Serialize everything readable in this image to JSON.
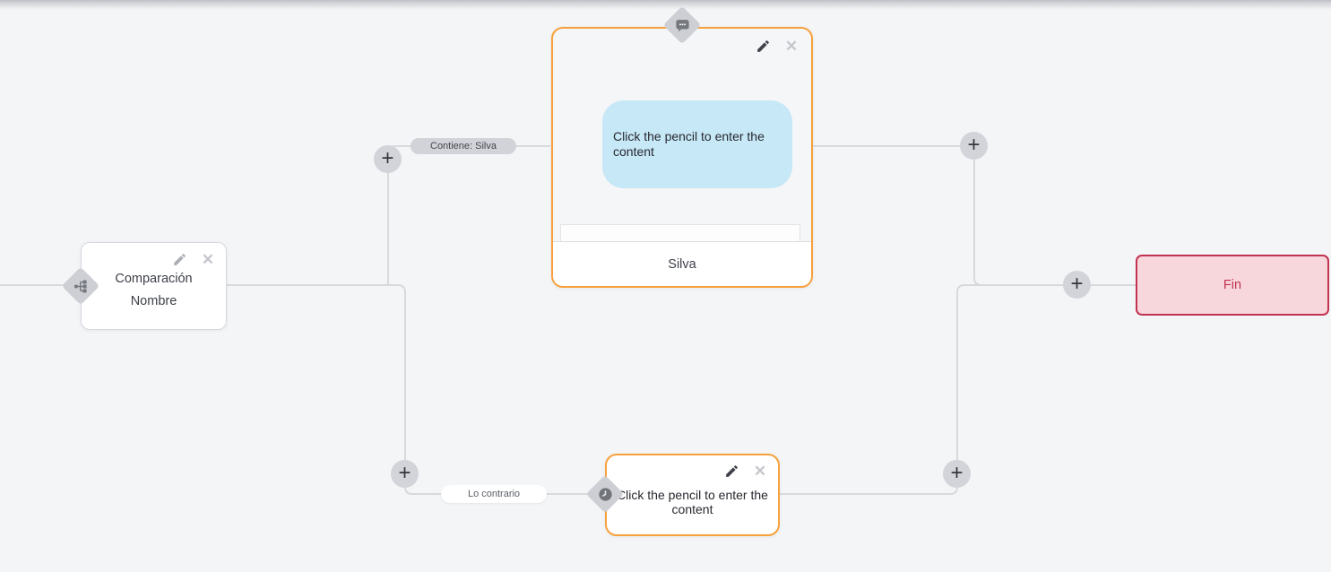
{
  "ui": {
    "add_button_glyph": "+",
    "close_glyph": "✕"
  },
  "colors": {
    "background": "#f4f5f7",
    "connector": "#d8d9dd",
    "accent_orange": "#f8a13c",
    "bubble_blue": "#c7e8f7",
    "end_bg": "#f7d7dc",
    "end_accent": "#c23350"
  },
  "nodes": {
    "condition": {
      "type": "condition",
      "icon": "sitemap-icon",
      "title_line1": "Comparación",
      "title_line2": "Nombre"
    },
    "message": {
      "type": "message",
      "icon": "chat-bubble-icon",
      "bubble_text": "Click the pencil to enter the content",
      "footer_label": "Silva"
    },
    "delay": {
      "type": "delay",
      "icon": "clock-icon",
      "placeholder_text": "Click the pencil to enter the content"
    },
    "end": {
      "type": "end",
      "label": "Fin"
    }
  },
  "edges": {
    "contains_label": "Contiene: Silva",
    "otherwise_label": "Lo contrario"
  }
}
